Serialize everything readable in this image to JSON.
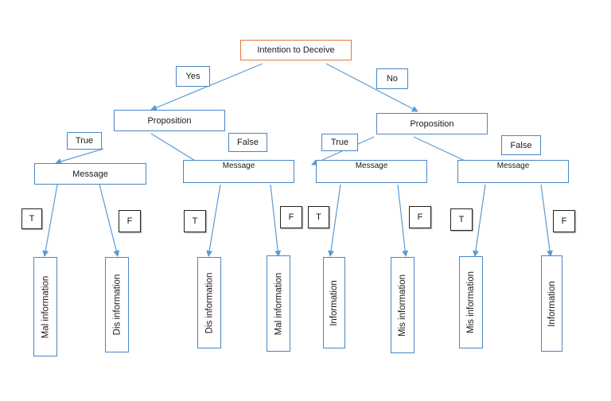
{
  "root": {
    "label": "Intention to Deceive",
    "border_color": "#e8753a"
  },
  "edges": {
    "yes": "Yes",
    "no": "No",
    "true": "True",
    "false": "False"
  },
  "truth": {
    "t": "T",
    "f": "F"
  },
  "nodes": {
    "proposition": "Proposition",
    "message": "Message"
  },
  "leaves": [
    "Mal information",
    "Dis information",
    "Dis information",
    "Mal information",
    "Information",
    "Mis information",
    "Mis information",
    "Information"
  ],
  "colors": {
    "box_border": "#4a86c8",
    "arrow": "#5b9bd5",
    "truth_box_border": "#222222"
  }
}
